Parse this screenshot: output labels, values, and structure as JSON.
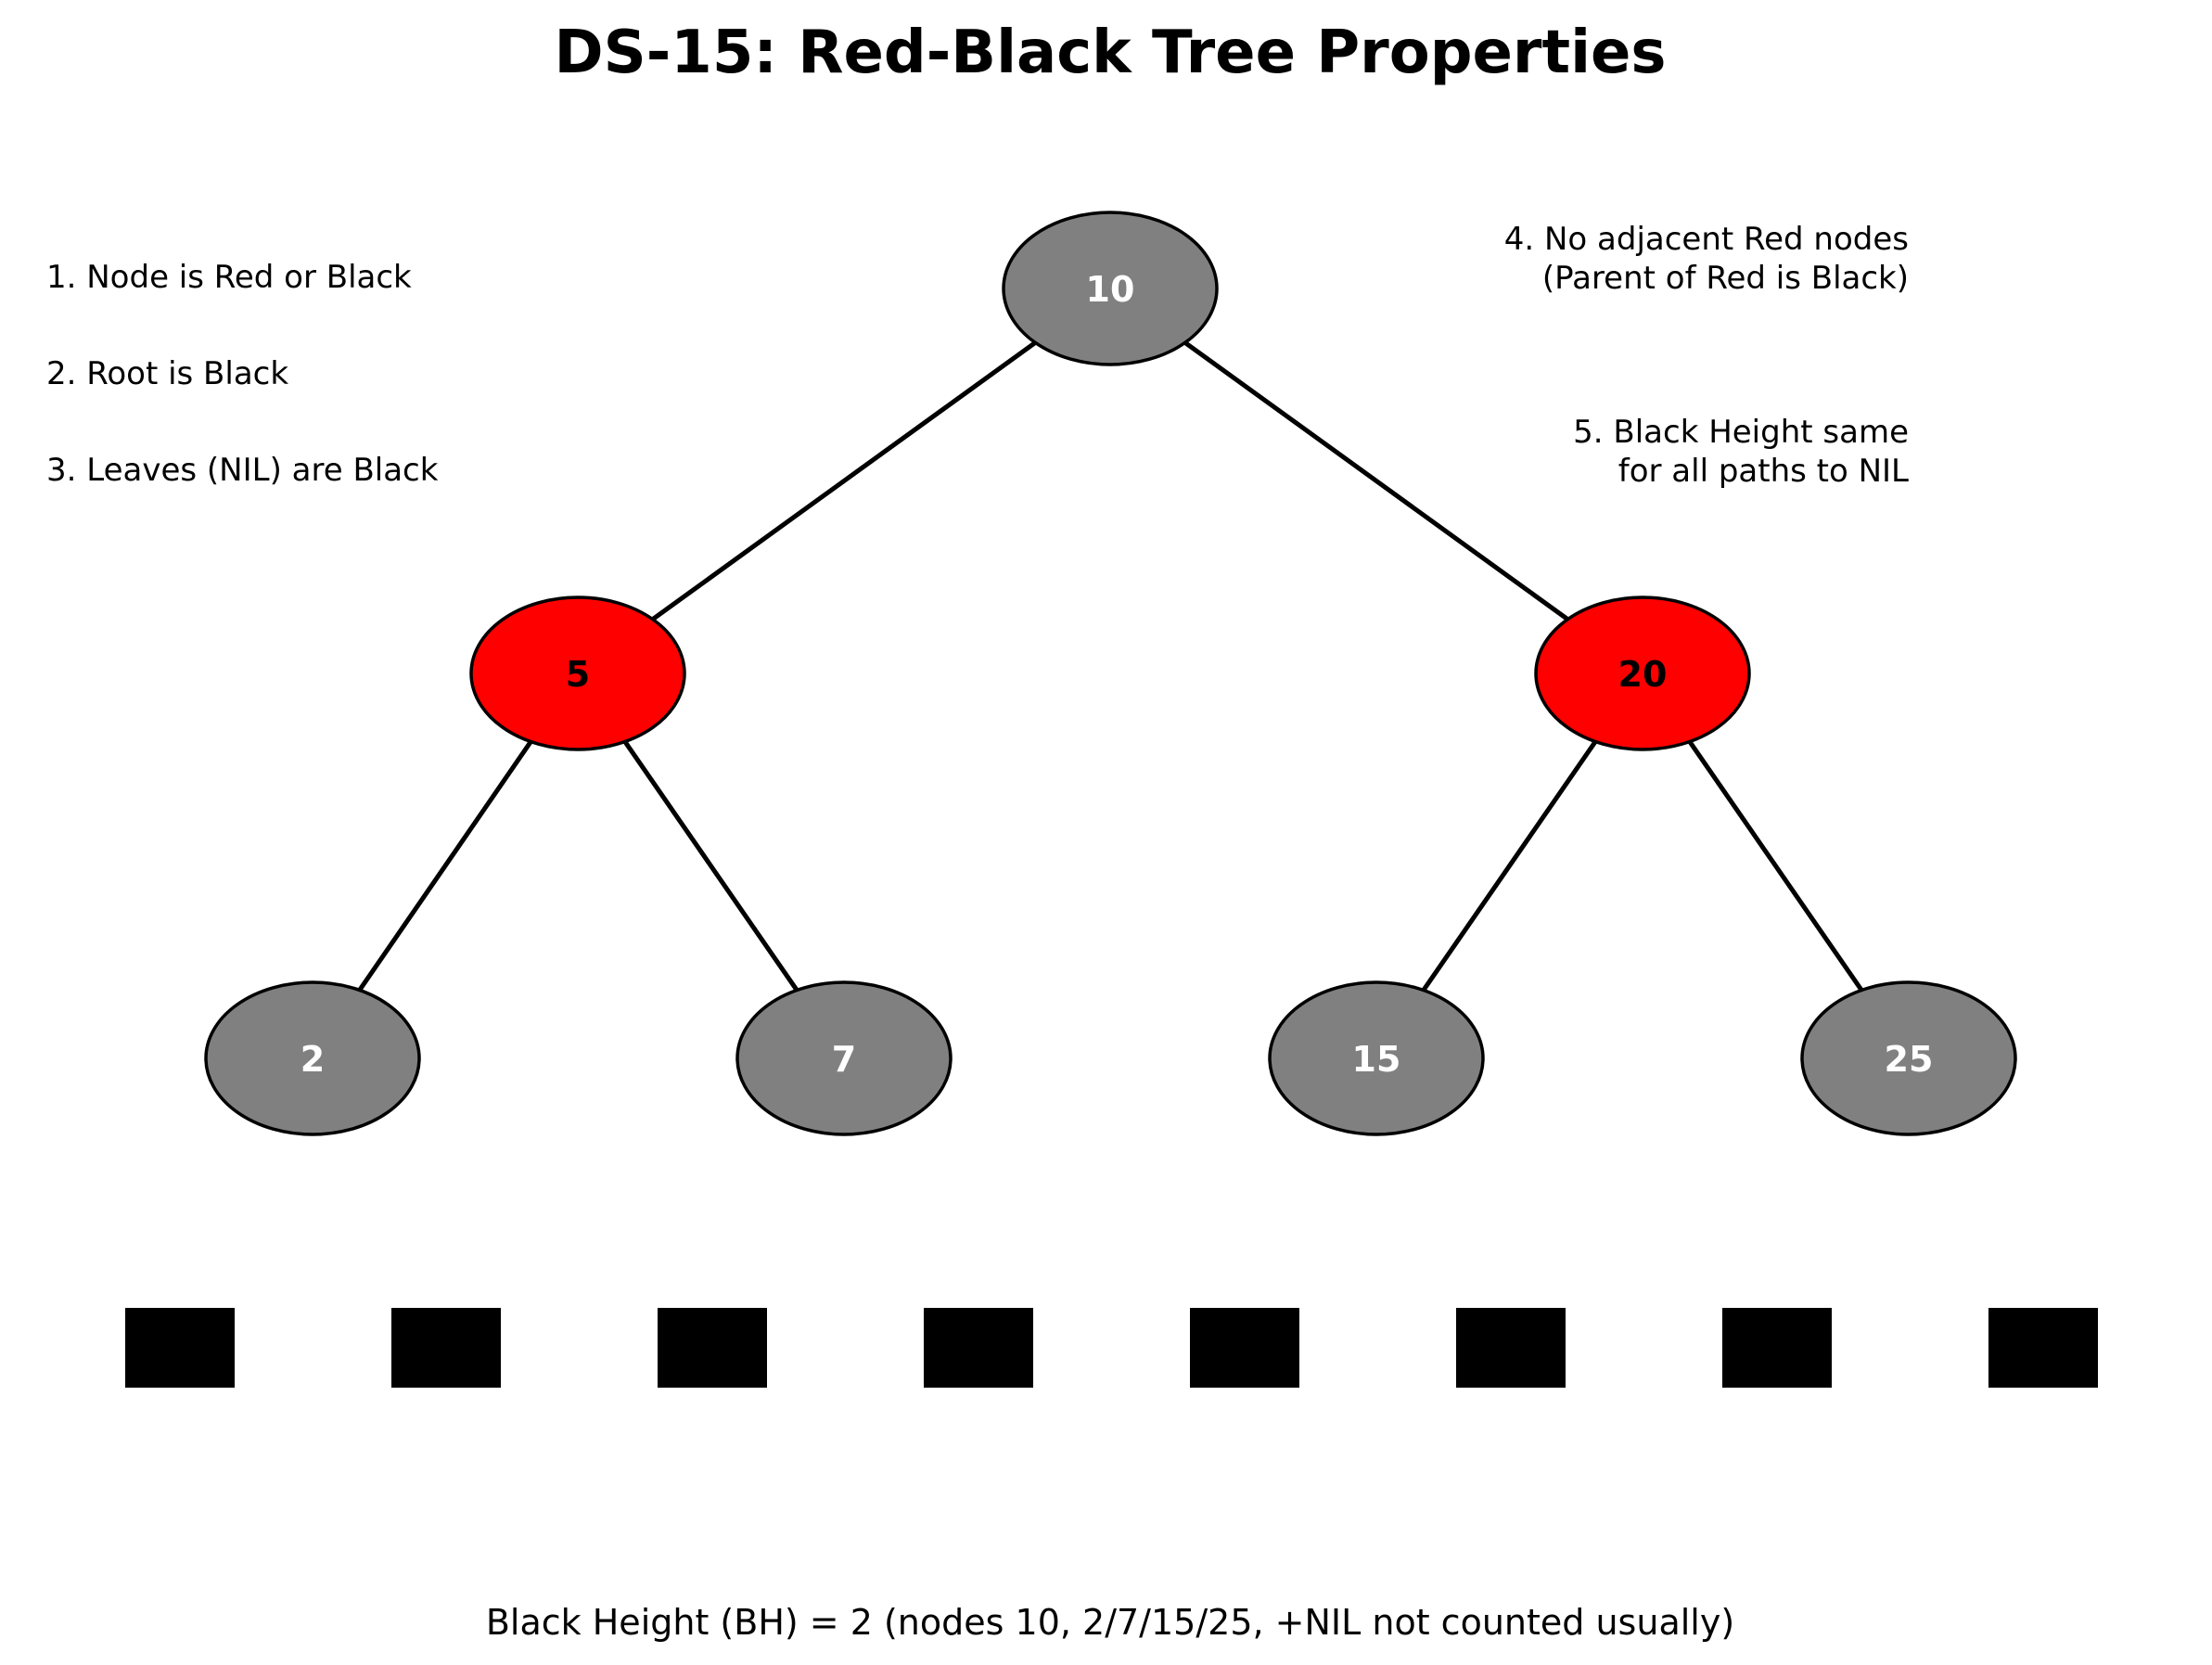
{
  "title": "DS-15: Red-Black Tree Properties",
  "properties_left": [
    "1. Node is Red or Black",
    "2. Root is Black",
    "3. Leaves (NIL) are Black"
  ],
  "properties_right": {
    "p4": [
      "4. No adjacent Red nodes",
      "(Parent of Red is Black)"
    ],
    "p5": [
      "5. Black Height same",
      "for all paths to NIL"
    ]
  },
  "nodes": [
    {
      "id": "10",
      "label": "10",
      "color": "black"
    },
    {
      "id": "5",
      "label": "5",
      "color": "red"
    },
    {
      "id": "20",
      "label": "20",
      "color": "red"
    },
    {
      "id": "2",
      "label": "2",
      "color": "black"
    },
    {
      "id": "7",
      "label": "7",
      "color": "black"
    },
    {
      "id": "15",
      "label": "15",
      "color": "black"
    },
    {
      "id": "25",
      "label": "25",
      "color": "black"
    }
  ],
  "edges": [
    [
      "10",
      "5"
    ],
    [
      "10",
      "20"
    ],
    [
      "5",
      "2"
    ],
    [
      "5",
      "7"
    ],
    [
      "20",
      "15"
    ],
    [
      "20",
      "25"
    ]
  ],
  "nil_leaf_count": 8,
  "footer": "Black Height (BH) = 2 (nodes 10, 2/7/15/25, +NIL not counted usually)",
  "colors": {
    "black_node_fill": "#808080",
    "black_node_text": "#ffffff",
    "red_node_fill": "#ff0000",
    "red_node_text": "#000000",
    "nil_fill": "#000000",
    "stroke": "#000000"
  }
}
